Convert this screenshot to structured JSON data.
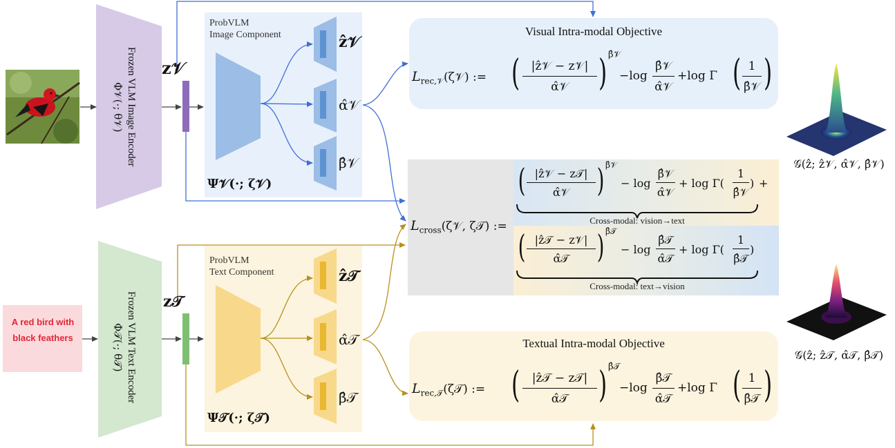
{
  "image_encoder": {
    "line1": "Frozen VLM  Image Encoder",
    "line2": "Φ𝒱(·; θ𝒱)"
  },
  "text_encoder": {
    "line1": "Frozen VLM Text Encoder",
    "line2": "Φ𝒯(·; θ𝒯)"
  },
  "text_input": {
    "text": "A red bird with black feathers"
  },
  "image_component": {
    "title_line1": "ProbVLM",
    "title_line2": "Image Component",
    "psi": "Ψ𝒱(·; ζ𝒱)",
    "z_label": "z𝒱",
    "z_hat": "ẑ𝒱",
    "alpha_hat": "α̂𝒱",
    "beta_hat": "β̂𝒱"
  },
  "text_component": {
    "title_line1": "ProbVLM",
    "title_line2": "Text Component",
    "psi": "Ψ𝒯(·; ζ𝒯)",
    "z_label": "z𝒯",
    "z_hat": "ẑ𝒯",
    "alpha_hat": "α̂𝒯",
    "beta_hat": "β̂𝒯"
  },
  "visual_objective": {
    "title": "Visual Intra-modal Objective",
    "lhs": "L",
    "lhs_sub": "rec,𝒱",
    "lhs_arg": "(ζ𝒱) :=",
    "numerator": "|ẑ𝒱 − z𝒱|",
    "denominator": "α̂𝒱",
    "power": "β̂𝒱",
    "minus_log": "−log",
    "log_num": "β̂𝒱",
    "log_den": "α̂𝒱",
    "plus_log_gamma": "+log Γ",
    "gamma_num": "1",
    "gamma_den": "β̂𝒱"
  },
  "textual_objective": {
    "title": "Textual Intra-modal Objective",
    "lhs": "L",
    "lhs_sub": "rec,𝒯",
    "lhs_arg": "(ζ𝒯) :=",
    "numerator": "|ẑ𝒯 − z𝒯|",
    "denominator": "α̂𝒯",
    "power": "β̂𝒯",
    "minus_log": "−log",
    "log_num": "β̂𝒯",
    "log_den": "α̂𝒯",
    "plus_log_gamma": "+log Γ",
    "gamma_num": "1",
    "gamma_den": "β̂𝒯"
  },
  "cross_objective": {
    "lhs": "L",
    "lhs_sub": "cross",
    "lhs_arg": "(ζ𝒱, ζ𝒯) :=",
    "row1": {
      "numerator": "|ẑ𝒱 − z𝒯|",
      "denominator": "α̂𝒱",
      "power": "β̂𝒱",
      "log_num": "β̂𝒱",
      "log_den": "α̂𝒱",
      "gamma_num": "1",
      "gamma_den": "β̂𝒱",
      "label": "Cross-modal: vision→text"
    },
    "row2": {
      "numerator": "|ẑ𝒯 − z𝒱|",
      "denominator": "α̂𝒯",
      "power": "β̂𝒯",
      "log_num": "β̂𝒯",
      "log_den": "α̂𝒯",
      "gamma_num": "1",
      "gamma_den": "β̂𝒯",
      "label": "Cross-modal: text→vision"
    },
    "minus_log": "− log",
    "plus_log_gamma": "+ log Γ(",
    "close_paren": ")",
    "plus": "+"
  },
  "gaussian_visual": {
    "label": "𝒢(ẑ; ẑ𝒱, α̂𝒱, β̂𝒱)"
  },
  "gaussian_text": {
    "label": "𝒢(ẑ; ẑ𝒯, α̂𝒯, β̂𝒯)"
  },
  "colors": {
    "image_branch": "#4a78d6",
    "text_branch": "#b8901e",
    "image_encoder_fill": "#d6cae6",
    "text_encoder_fill": "#d3e8cf",
    "image_component_bg": "#e9f1fb",
    "text_component_bg": "#fcf4df",
    "z_image_bar": "#8d6dbb",
    "z_text_bar": "#7fbf72",
    "text_input_bg": "#fadadd",
    "text_input_fg": "#e32636"
  }
}
